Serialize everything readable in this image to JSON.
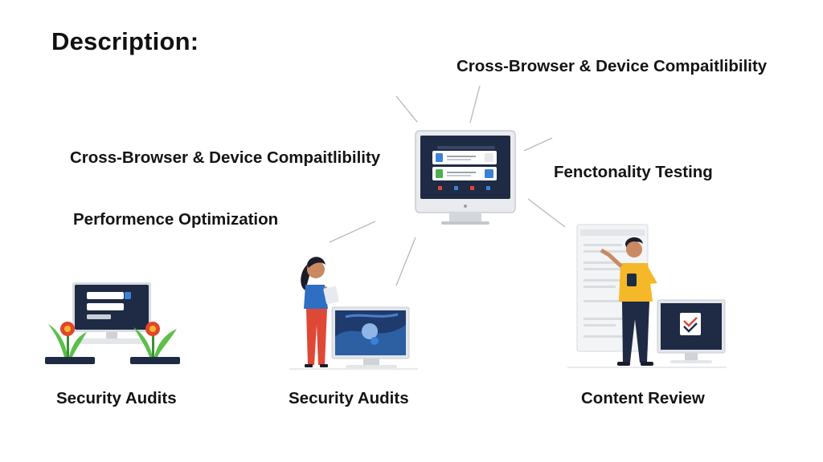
{
  "title": "Description:",
  "labels": {
    "top_right": "Cross-Browser & Device Compaitlibility",
    "mid_left": "Cross-Browser & Device Compaitlibility",
    "right": "Fenctonality Testing",
    "left": "Performence Optimization"
  },
  "captions": {
    "left": "Security Audits",
    "middle": "Security Audits",
    "right": "Content Review"
  },
  "colors": {
    "screen_dark": "#1f2a44",
    "accent_blue": "#3b82d6",
    "accent_green": "#4caf50",
    "accent_red": "#e0463a",
    "shirt_yellow": "#f5b829",
    "leaf_green": "#5cbf4a",
    "flower_red": "#e2452b"
  }
}
